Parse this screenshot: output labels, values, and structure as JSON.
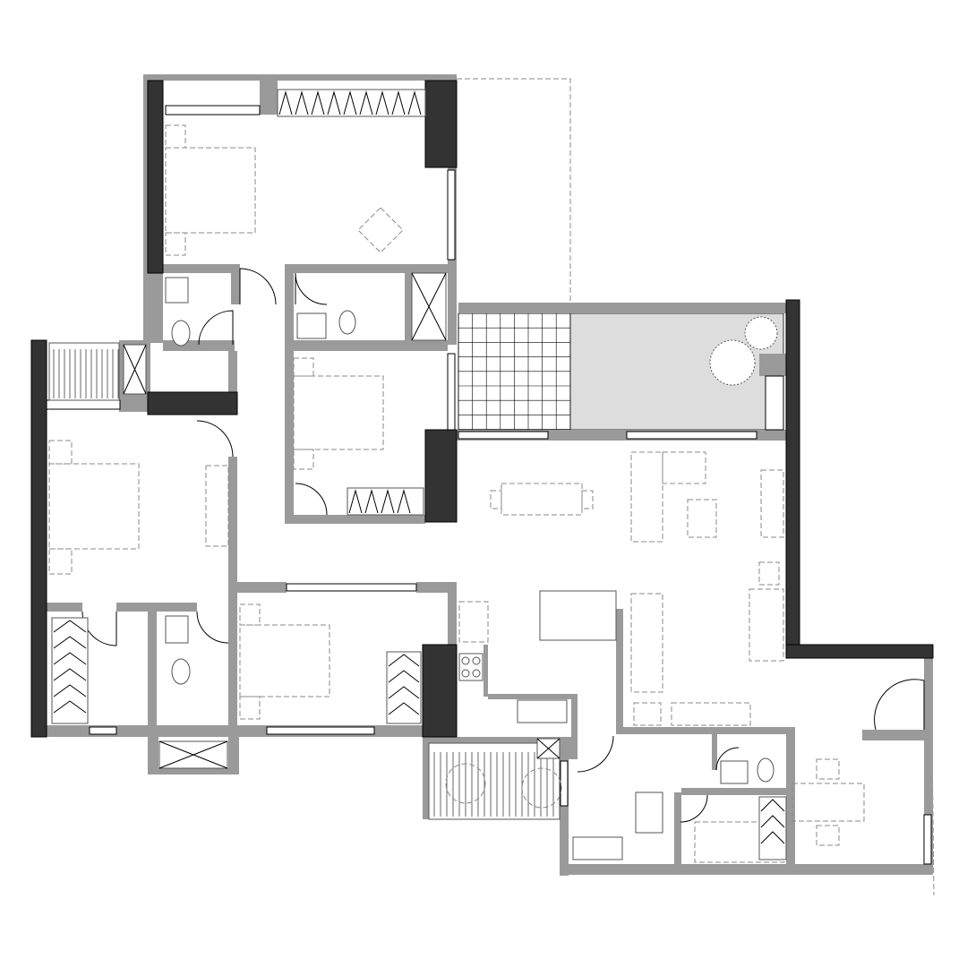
{
  "plan": {
    "colors": {
      "wall": "#9a9a9a",
      "structural_column": "#333333",
      "furniture_outline": "#8a8a8a",
      "planter_fill": "#dddddd",
      "background": "#ffffff"
    },
    "rooms": [
      "master-bedroom",
      "bedroom-2",
      "bedroom-3",
      "bedroom-4",
      "bathroom-1",
      "bathroom-2",
      "bathroom-3",
      "living-dining",
      "kitchen",
      "balcony",
      "planter",
      "utility",
      "study"
    ]
  }
}
